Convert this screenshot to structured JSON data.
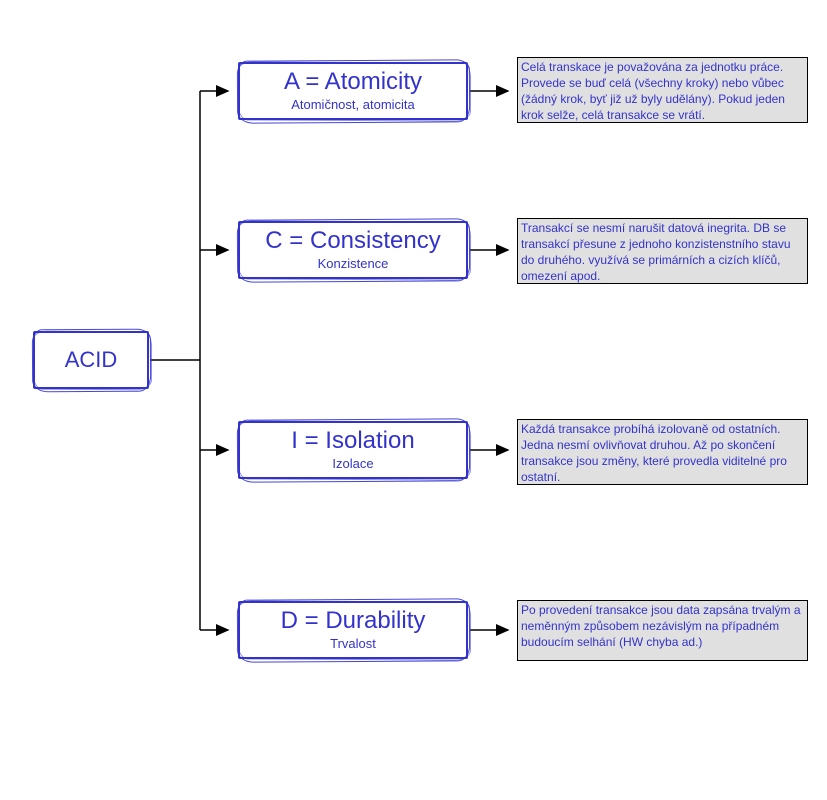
{
  "diagram": {
    "root": {
      "label": "ACID"
    },
    "nodes": [
      {
        "id": "atomicity",
        "title": "A = Atomicity",
        "subtitle": "Atomičnost, atomicita",
        "description": "Celá transkace je považována za jednotku práce. Provede se buď celá (všechny kroky) nebo vůbec (žádný krok, byť již už byly udělány). Pokud jeden krok selže, celá transakce se vrátí."
      },
      {
        "id": "consistency",
        "title": "C = Consistency",
        "subtitle": "Konzistence",
        "description": "Transakcí se nesmí narušit datová inegrita. DB se transakcí přesune z jednoho konzistenstního stavu do druhého. využívá se primárních a cizích klíčů, omezení apod."
      },
      {
        "id": "isolation",
        "title": "I = Isolation",
        "subtitle": "Izolace",
        "description": "Každá transakce probíhá izolovaně od ostatních. Jedna nesmí ovlivňovat druhou. Až po skončení transakce jsou změny, které provedla viditelné pro ostatní."
      },
      {
        "id": "durability",
        "title": "D = Durability",
        "subtitle": "Trvalost",
        "description": "Po provedení transakce jsou data zapsána trvalým a neměnným způsobem nezávislým na případném budoucím selhání (HW chyba ad.)"
      }
    ],
    "colors": {
      "accent": "#3333cc",
      "description_background": "#e0e0e0",
      "connector": "#000000"
    }
  }
}
